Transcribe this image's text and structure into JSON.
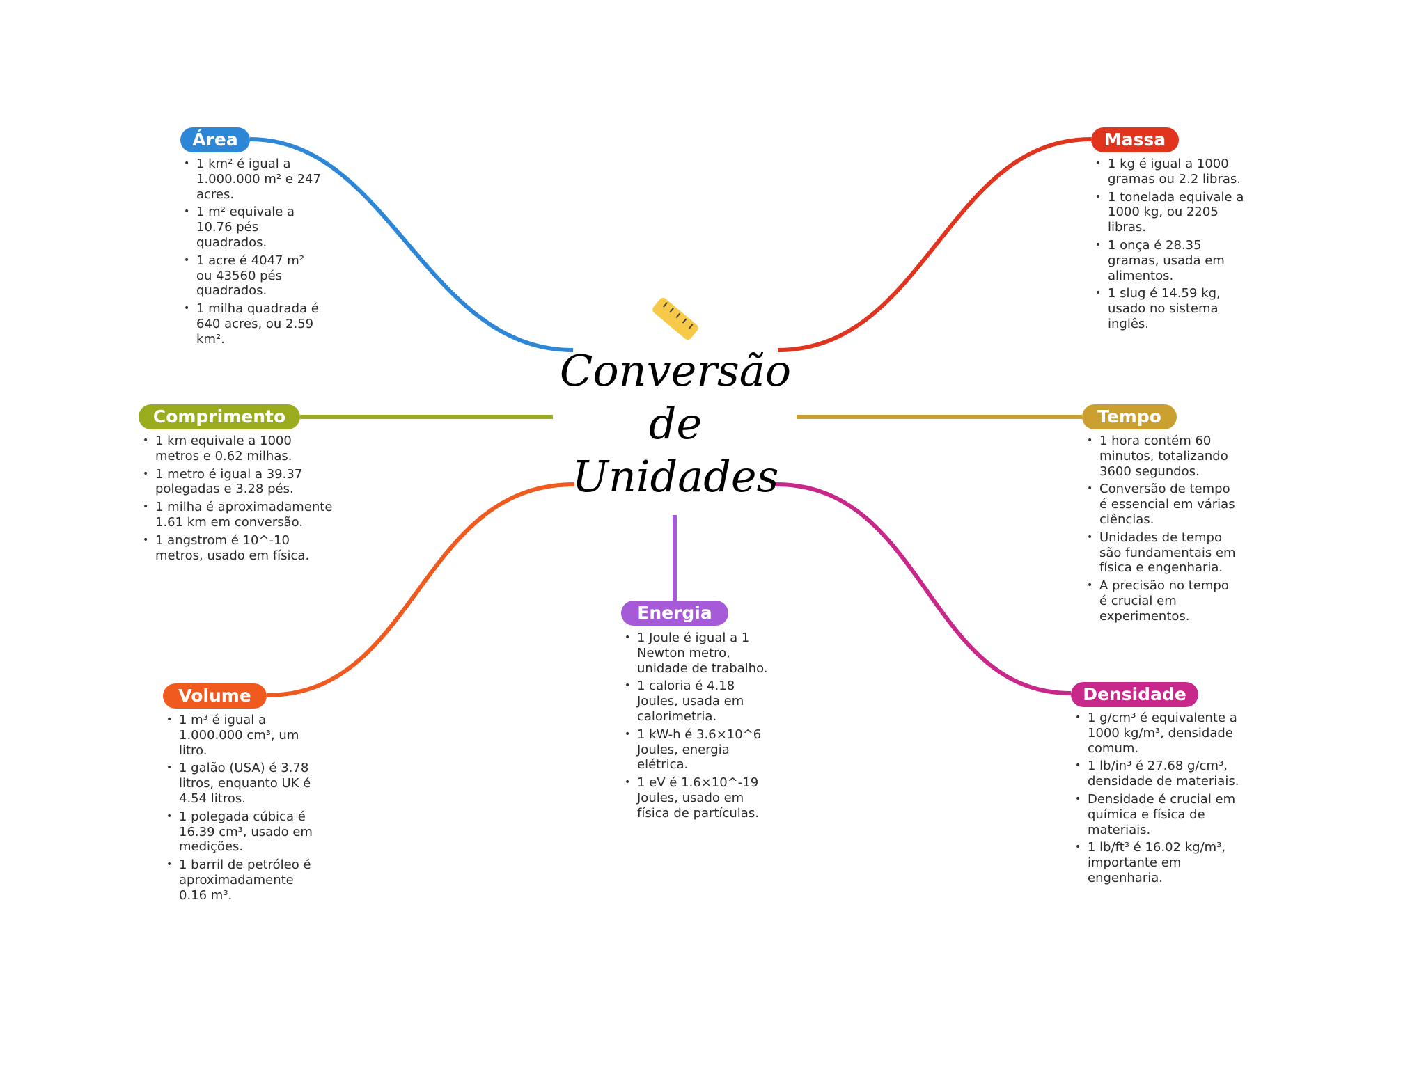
{
  "title": {
    "line1": "Conversão",
    "line2": "de",
    "line3": "Unidades",
    "icon": "ruler-icon"
  },
  "branches": [
    {
      "id": "area",
      "label": "Área",
      "color": "#2e86d6",
      "items": [
        "1 km² é igual a 1.000.000 m² e 247 acres.",
        "1 m² equivale a 10.76 pés quadrados.",
        "1 acre é 4047 m² ou 43560 pés quadrados.",
        "1 milha quadrada é 640 acres, ou 2.59 km²."
      ]
    },
    {
      "id": "comprimento",
      "label": "Comprimento",
      "color": "#9bab1e",
      "items": [
        "1 km equivale a 1000 metros e 0.62 milhas.",
        "1 metro é igual a 39.37 polegadas e 3.28 pés.",
        "1 milha é aproximadamente 1.61 km em conversão.",
        "1 angstrom é 10^-10 metros, usado em física."
      ]
    },
    {
      "id": "volume",
      "label": "Volume",
      "color": "#f05a1e",
      "items": [
        "1 m³ é igual a 1.000.000 cm³, um litro.",
        "1 galão (USA) é 3.78 litros, enquanto UK é 4.54 litros.",
        "1 polegada cúbica é 16.39 cm³, usado em medições.",
        "1 barril de petróleo é aproximadamente 0.16 m³."
      ]
    },
    {
      "id": "energia",
      "label": "Energia",
      "color": "#a75ad8",
      "items": [
        "1 Joule é igual a 1 Newton metro, unidade de trabalho.",
        "1 caloria é 4.18 Joules, usada em calorimetria.",
        "1 kW-h é 3.6×10^6 Joules, energia elétrica.",
        "1 eV é 1.6×10^-19 Joules, usado em física de partículas."
      ]
    },
    {
      "id": "massa",
      "label": "Massa",
      "color": "#e0341e",
      "items": [
        "1 kg é igual a 1000 gramas ou 2.2 libras.",
        "1 tonelada equivale a 1000 kg, ou 2205 libras.",
        "1 onça é 28.35 gramas, usada em alimentos.",
        "1 slug é 14.59 kg, usado no sistema inglês."
      ]
    },
    {
      "id": "tempo",
      "label": "Tempo",
      "color": "#c9a030",
      "items": [
        "1 hora contém 60 minutos, totalizando 3600 segundos.",
        "Conversão de tempo é essencial em várias ciências.",
        "Unidades de tempo são fundamentais em física e engenharia.",
        "A precisão no tempo é crucial em experimentos."
      ]
    },
    {
      "id": "densidade",
      "label": "Densidade",
      "color": "#c8288a",
      "items": [
        "1 g/cm³ é equivalente a 1000 kg/m³, densidade comum.",
        "1 lb/in³ é 27.68 g/cm³, densidade de materiais.",
        "Densidade é crucial em química e física de materiais.",
        "1 lb/ft³ é 16.02 kg/m³, importante em engenharia."
      ]
    }
  ]
}
